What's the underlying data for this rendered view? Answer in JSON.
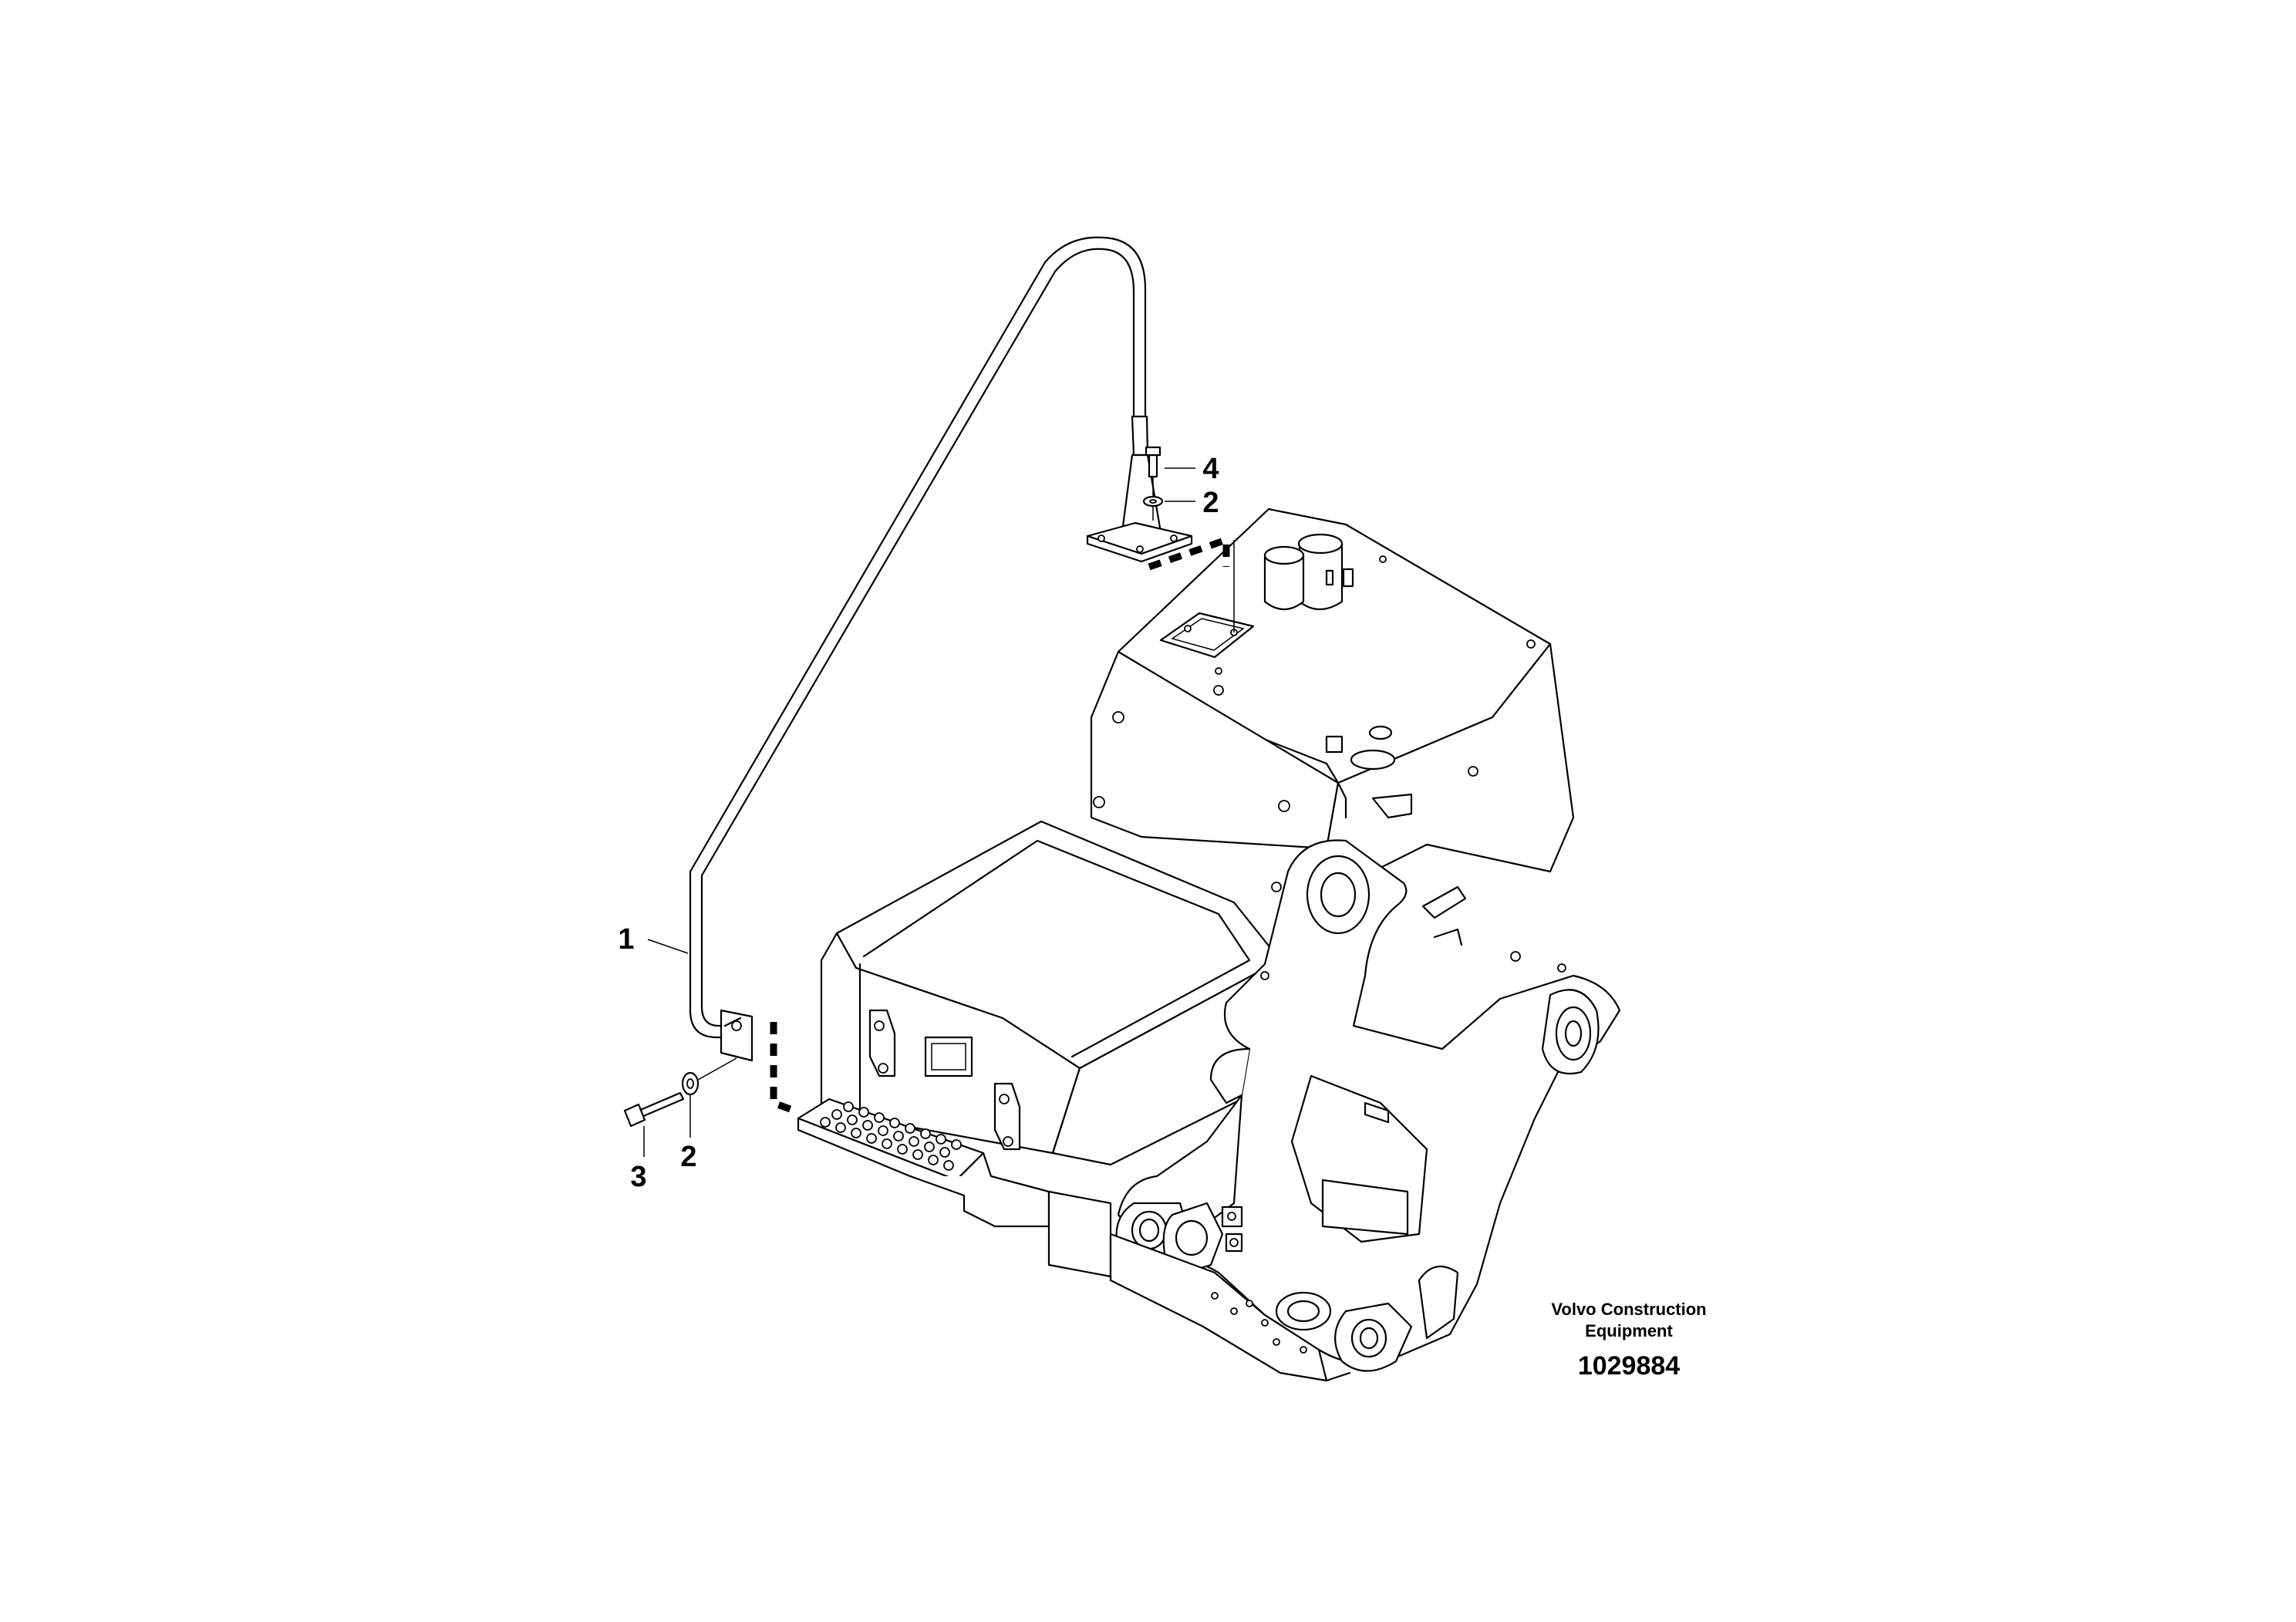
{
  "callouts": {
    "c1": "1",
    "c2_lower": "2",
    "c3": "3",
    "c4": "4",
    "c2_upper": "2"
  },
  "publisher": {
    "line1": "Volvo Construction",
    "line2": "Equipment"
  },
  "document_number": "1029884"
}
